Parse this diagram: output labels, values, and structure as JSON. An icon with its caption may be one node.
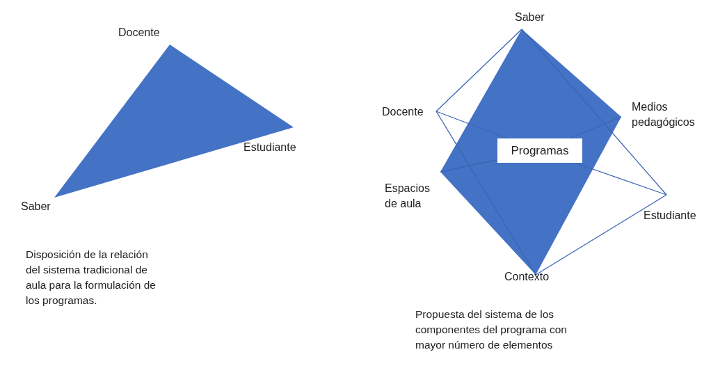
{
  "diagram": {
    "nodes": [
      {
        "text": [
          "Docente"
        ]
      },
      {
        "text": [
          "Estudiante"
        ]
      },
      {
        "text": [
          "Saber"
        ]
      },
      {
        "text": [
          "Saber"
        ]
      },
      {
        "text": [
          "Docente"
        ]
      },
      {
        "text": [
          "Medios pedagógicos"
        ]
      },
      {
        "text": [
          "Programas"
        ]
      },
      {
        "text": [
          "Espacios de aula"
        ]
      },
      {
        "text": [
          "Estudiante"
        ]
      },
      {
        "text": [
          "Contexto"
        ]
      }
    ],
    "edges": [
      {
        "from": 3,
        "to": 4,
        "arrow": "none"
      },
      {
        "from": 3,
        "to": 8,
        "arrow": "none"
      },
      {
        "from": 4,
        "to": 9,
        "arrow": "none"
      },
      {
        "from": 9,
        "to": 8,
        "arrow": "none"
      },
      {
        "from": 4,
        "to": 6,
        "arrow": "none"
      },
      {
        "from": 6,
        "to": 8,
        "arrow": "none"
      },
      {
        "from": 7,
        "to": 6,
        "arrow": "none"
      },
      {
        "from": 6,
        "to": 5,
        "arrow": "none"
      }
    ],
    "labels": [
      "Disposición de la relación del sistema tradicional de aula para la formulación de los programas.",
      "Propuesta del sistema de los componentes del programa con mayor número de elementos"
    ]
  }
}
